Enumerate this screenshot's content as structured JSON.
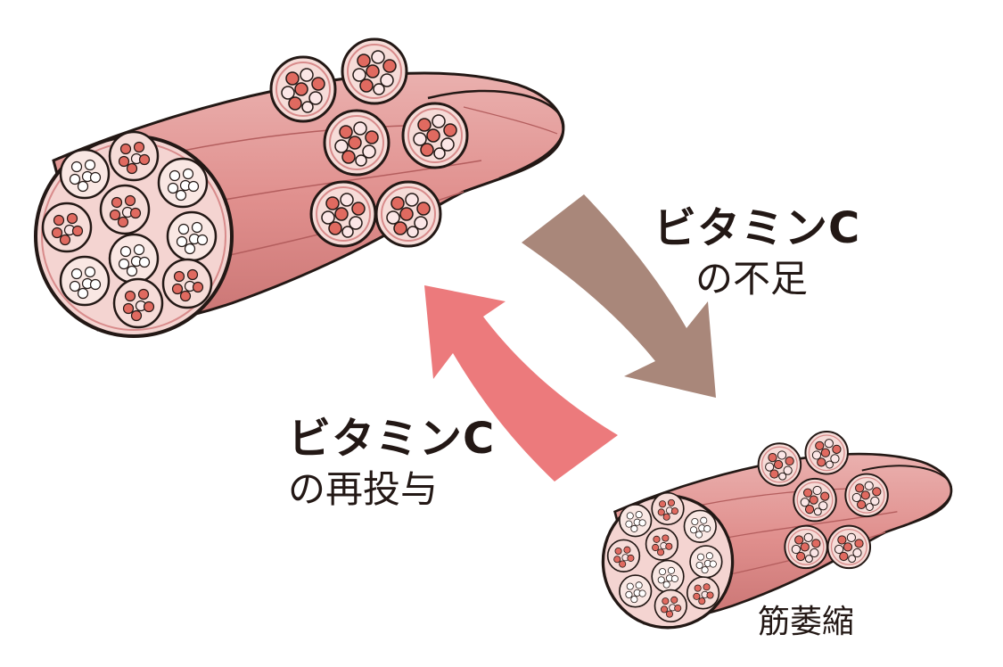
{
  "labels": {
    "deficiency_title": "ビタミンC",
    "deficiency_sub": "の不足",
    "resupply_title": "ビタミンC",
    "resupply_sub": "の再投与",
    "atrophy": "筋萎縮"
  },
  "colors": {
    "muscle_fill": "#e59a9a",
    "muscle_dark": "#c66e6e",
    "fascicle_fill": "#f6dcd8",
    "fiber_red": "#e06a60",
    "fiber_pink": "#f4c8c8",
    "arrow_brown": "#a9877a",
    "arrow_pink": "#ec7a7c",
    "outline": "#231815"
  },
  "icons": {
    "large_muscle": "muscle-cross-section-icon",
    "small_muscle": "atrophied-muscle-cross-section-icon",
    "down_arrow": "curved-arrow-down-icon",
    "up_arrow": "curved-arrow-up-icon"
  }
}
